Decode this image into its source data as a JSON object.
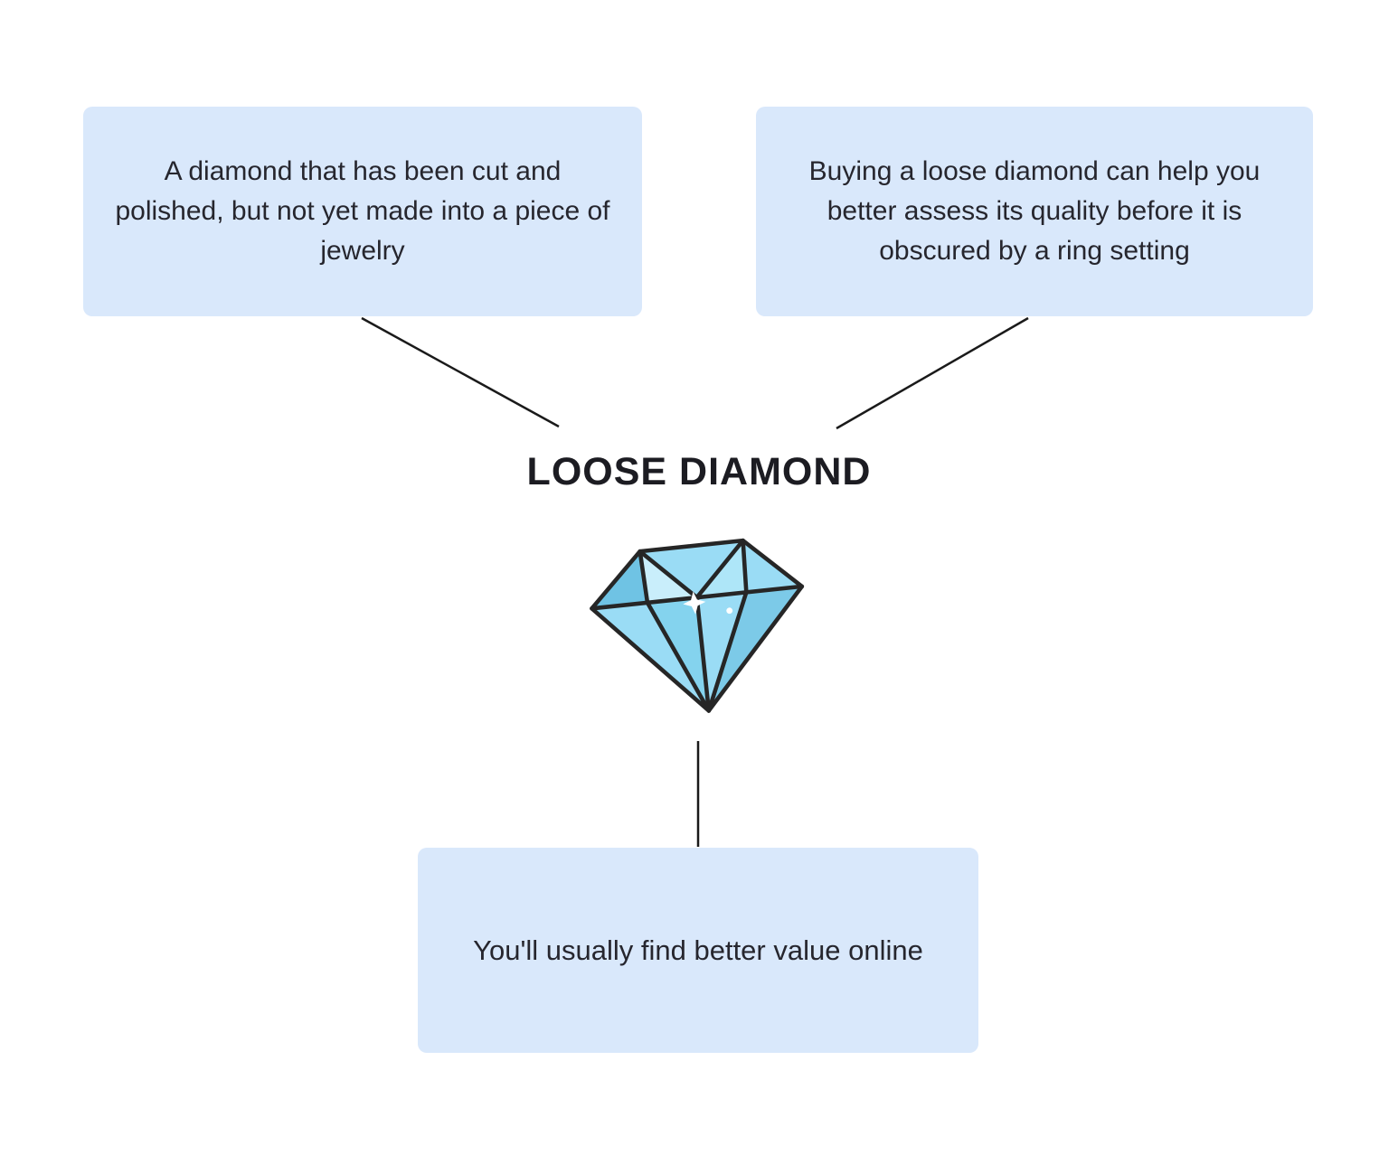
{
  "title": "LOOSE DIAMOND",
  "nodes": {
    "definition": "A diamond that has been cut and polished, but not yet made into a piece of jewelry",
    "assessment": "Buying a loose diamond can help you better assess its quality before it is obscured by a ring setting",
    "value": "You'll usually find better value online"
  },
  "colors": {
    "box_bg": "#d9e8fb",
    "text": "#26262e",
    "line": "#1a1a1a",
    "diamond_fill": "#9adcf5",
    "diamond_fill_light": "#c9eefb",
    "diamond_fill_dark": "#6fc3e4",
    "diamond_outline": "#262626"
  },
  "icons": {
    "diamond": "diamond-illustration"
  }
}
